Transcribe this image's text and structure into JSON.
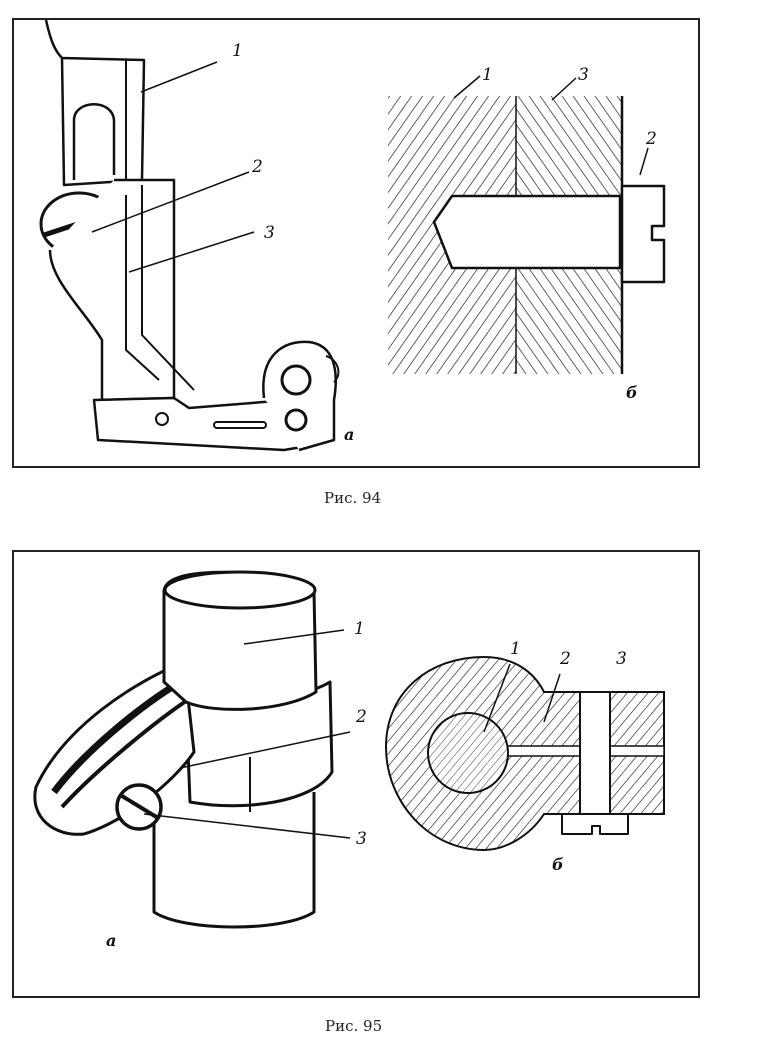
{
  "figures": [
    {
      "caption": "Рис. 94",
      "left_labels": {
        "l1": "1",
        "l2": "2",
        "l3": "3",
        "sub": "а"
      },
      "right_labels": {
        "l1": "1",
        "l2": "3",
        "l3": "2",
        "sub": "б"
      }
    },
    {
      "caption": "Рис. 95",
      "left_labels": {
        "l1": "1",
        "l2": "2",
        "l3": "3",
        "sub": "а"
      },
      "right_labels": {
        "l1": "1",
        "l2": "2",
        "l3": "3",
        "sub": "б"
      }
    }
  ],
  "colors": {
    "ink": "#111111",
    "paper": "#ffffff",
    "frame": "#222222"
  }
}
